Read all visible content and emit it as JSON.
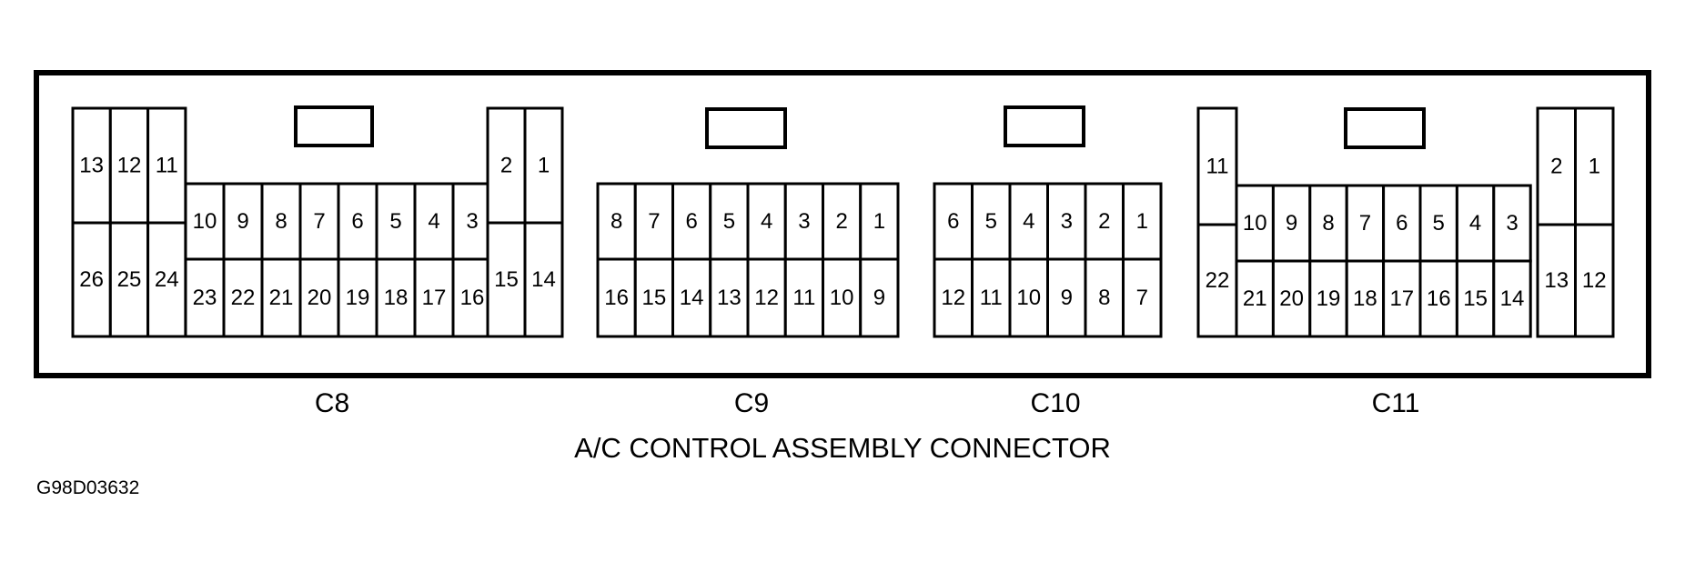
{
  "title": "A/C CONTROL ASSEMBLY CONNECTOR",
  "figure_id": "G98D03632",
  "connectors": [
    {
      "name": "C8",
      "left_tall": {
        "top": [
          "13",
          "12",
          "11"
        ],
        "bottom": [
          "26",
          "25",
          "24"
        ]
      },
      "middle": {
        "top": [
          "10",
          "9",
          "8",
          "7",
          "6",
          "5",
          "4",
          "3"
        ],
        "bottom": [
          "23",
          "22",
          "21",
          "20",
          "19",
          "18",
          "17",
          "16"
        ]
      },
      "right_tall": {
        "top": [
          "2",
          "1"
        ],
        "bottom": [
          "15",
          "14"
        ]
      }
    },
    {
      "name": "C9",
      "middle": {
        "top": [
          "8",
          "7",
          "6",
          "5",
          "4",
          "3",
          "2",
          "1"
        ],
        "bottom": [
          "16",
          "15",
          "14",
          "13",
          "12",
          "11",
          "10",
          "9"
        ]
      }
    },
    {
      "name": "C10",
      "middle": {
        "top": [
          "6",
          "5",
          "4",
          "3",
          "2",
          "1"
        ],
        "bottom": [
          "12",
          "11",
          "10",
          "9",
          "8",
          "7"
        ]
      }
    },
    {
      "name": "C11",
      "left_tall": {
        "top": [
          "11"
        ],
        "bottom": [
          "22"
        ]
      },
      "middle": {
        "top": [
          "10",
          "9",
          "8",
          "7",
          "6",
          "5",
          "4",
          "3"
        ],
        "bottom": [
          "21",
          "20",
          "19",
          "18",
          "17",
          "16",
          "15",
          "14"
        ]
      },
      "right_tall": {
        "top": [
          "2",
          "1"
        ],
        "bottom": [
          "13",
          "12"
        ]
      }
    }
  ]
}
